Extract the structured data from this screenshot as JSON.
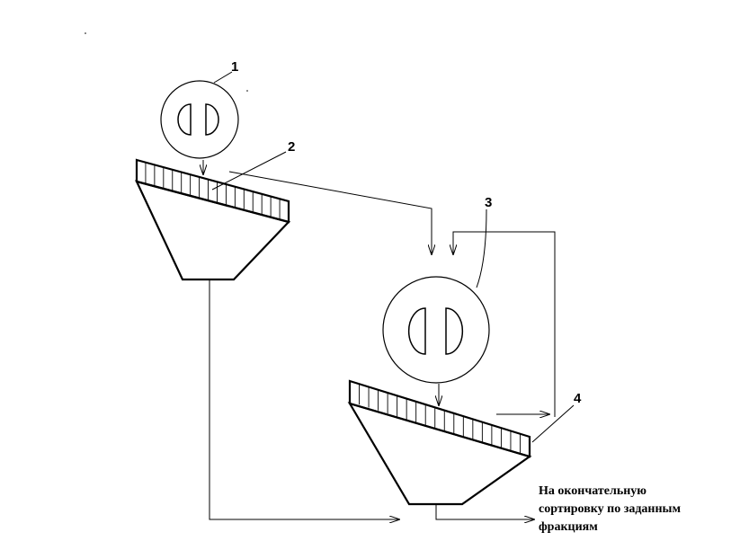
{
  "labels": {
    "crusher_1": "1",
    "screen_2": "2",
    "crusher_3": "3",
    "screen_4": "4"
  },
  "caption": {
    "line1": "На окончательную",
    "line2": "сортировку по заданным",
    "line3": "фракциям"
  }
}
